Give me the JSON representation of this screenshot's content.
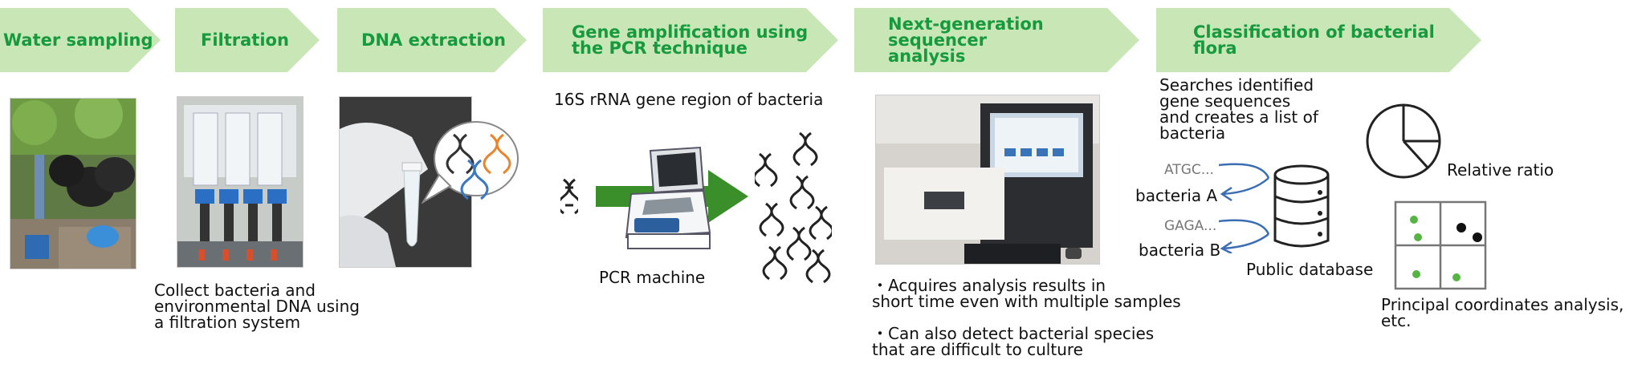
{
  "steps": [
    {
      "label": "Water sampling"
    },
    {
      "label": "Filtration"
    },
    {
      "label": "DNA extraction"
    },
    {
      "label": "Gene amplification using\nthe PCR technique"
    },
    {
      "label": "Next-generation sequencer\nanalysis"
    },
    {
      "label": "Classification of bacterial flora"
    }
  ],
  "filtration_caption": "Collect bacteria and\nenvironmental DNA using\na filtration system",
  "pcr": {
    "region_label": "16S rRNA gene region of bacteria",
    "machine_label": "PCR machine"
  },
  "ngs": {
    "point1": "・Acquires analysis results in\nshort time even with multiple samples",
    "point2": "・Can also detect bacterial species\nthat are difficult to culture"
  },
  "classification": {
    "description": "Searches identified\ngene sequences\nand creates a list of\nbacteria",
    "seq1": "ATGC...",
    "bacteria1": "bacteria A",
    "seq2": "GAGA...",
    "bacteria2": "bacteria B",
    "database_label": "Public database",
    "pie_label": "Relative ratio",
    "pcoa_label": "Principal coordinates analysis, etc."
  },
  "colors": {
    "arrow_fill": "#c8e6b6",
    "label_green": "#169a3d",
    "pcr_arrow": "#3a8f2a",
    "dna_blue": "#3b78c2",
    "dna_orange": "#e7862f",
    "dot_green": "#56b443"
  }
}
